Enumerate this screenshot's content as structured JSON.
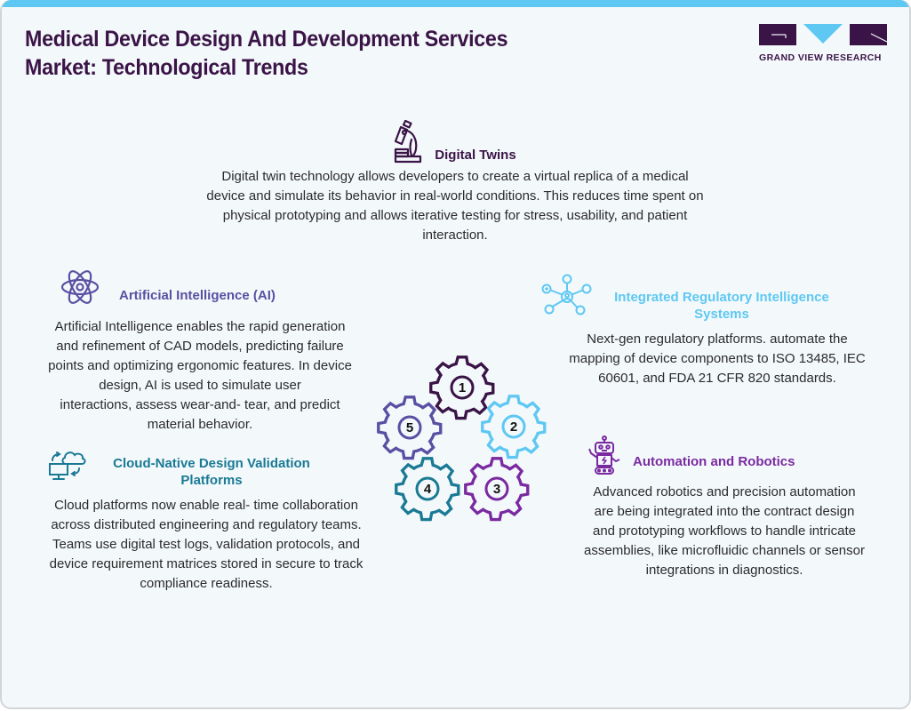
{
  "header": {
    "title_line1": "Medical Device Design And Development Services",
    "title_line2": "Market: Technological Trends",
    "logo_text": "GRAND VIEW RESEARCH"
  },
  "colors": {
    "title": "#3a1446",
    "topbar": "#5ec8f2",
    "background": "#f3f8fb",
    "gear1": "#3a1446",
    "gear2": "#5ec8f2",
    "gear3": "#7a2aa0",
    "gear4": "#1a7a94",
    "gear5": "#5a4fa2"
  },
  "sections": {
    "digital_twins": {
      "icon": "microscope-icon",
      "title": "Digital Twins",
      "lines": [
        "Digital twin technology allows developers to create a virtual replica of a medical",
        "device and simulate its behavior in real-world conditions. This reduces time spent on",
        "physical prototyping and allows iterative testing for stress, usability, and patient",
        "interaction."
      ]
    },
    "ai": {
      "icon": "atom-icon",
      "title": "Artificial Intelligence (AI)",
      "lines": [
        "Artificial Intelligence enables the rapid generation",
        "and refinement of CAD models, predicting failure",
        "points and optimizing ergonomic features. In device",
        "design, AI is used to simulate user",
        "interactions, assess wear-and- tear, and predict",
        "material behavior."
      ]
    },
    "regulatory": {
      "icon": "network-icon",
      "title_line1": "Integrated Regulatory Intelligence",
      "title_line2": "Systems",
      "lines": [
        "Next-gen regulatory platforms. automate the",
        "mapping of device components to ISO 13485, IEC",
        "60601, and FDA 21 CFR 820 standards."
      ]
    },
    "cloud": {
      "icon": "cloud-computer-icon",
      "title_line1": "Cloud-Native Design Validation",
      "title_line2": "Platforms",
      "lines": [
        "Cloud platforms now enable real- time collaboration",
        "across distributed engineering and regulatory teams.",
        "Teams use digital test logs, validation protocols, and",
        "device requirement matrices stored in secure to track",
        "compliance readiness."
      ]
    },
    "robotics": {
      "icon": "robot-icon",
      "title": "Automation and Robotics",
      "lines": [
        "Advanced robotics and precision automation",
        "are being integrated into the contract design",
        "and prototyping workflows to handle intricate",
        "assemblies, like microfluidic channels or sensor",
        "integrations in diagnostics."
      ]
    }
  },
  "gears": [
    {
      "number": "1"
    },
    {
      "number": "2"
    },
    {
      "number": "3"
    },
    {
      "number": "4"
    },
    {
      "number": "5"
    }
  ]
}
